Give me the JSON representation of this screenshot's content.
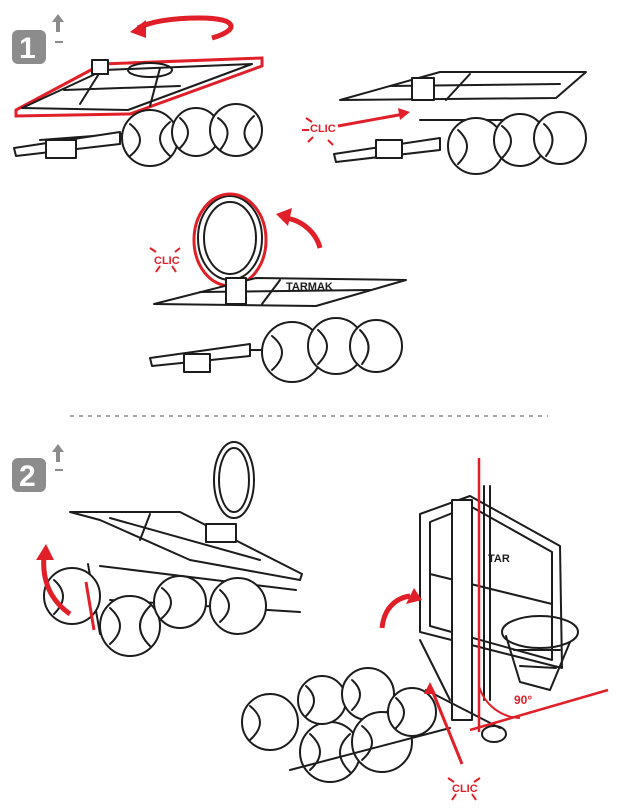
{
  "step1": {
    "number": "1",
    "clic_labels": [
      "CLIC",
      "CLIC"
    ]
  },
  "step2": {
    "number": "2",
    "clic_label": "CLIC",
    "angle_label": "90°",
    "brand_text": "TAR"
  },
  "colors": {
    "accent_red": "#e01f28",
    "badge_gray": "#8c8c8c",
    "line_black": "#1c1c1c"
  },
  "icons": [
    "arrow-up-icon",
    "rotate-arrow-icon",
    "clic-burst-icon"
  ]
}
